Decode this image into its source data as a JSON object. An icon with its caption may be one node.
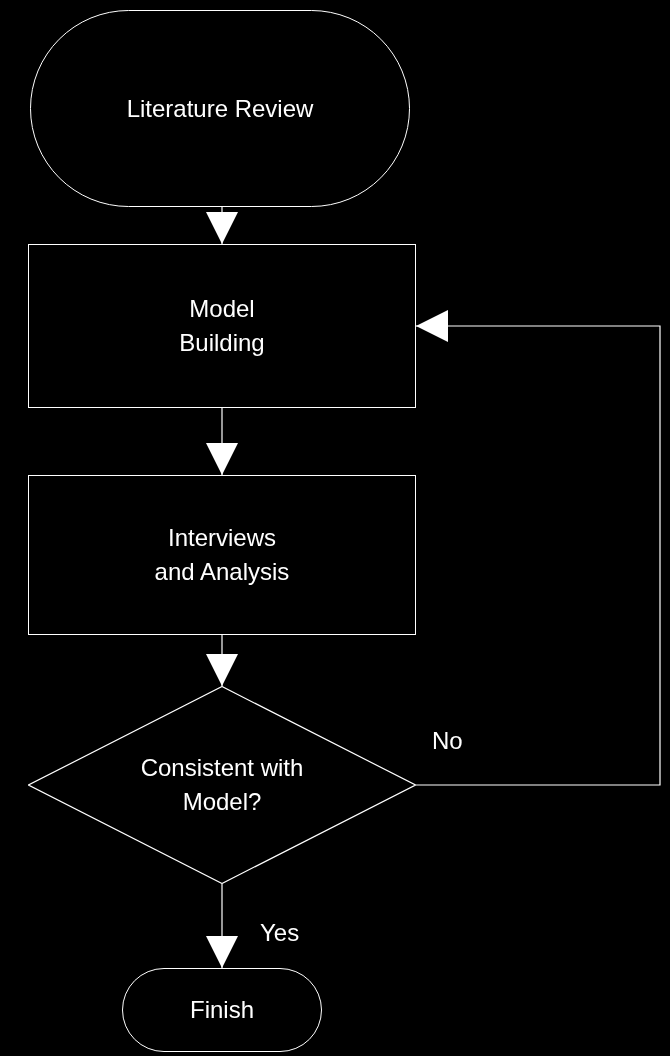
{
  "diagram": {
    "nodes": [
      {
        "text": [
          "Literature Review"
        ]
      },
      {
        "text": [
          "Model Building"
        ]
      },
      {
        "text": [
          "Interviews and Analysis"
        ]
      },
      {
        "text": [
          "Consistent with Model?"
        ]
      },
      {
        "text": [
          "Finish"
        ]
      }
    ],
    "edges": [
      {
        "from": 0,
        "to": 1,
        "arrow": "to"
      },
      {
        "from": 1,
        "to": 2,
        "arrow": "to"
      },
      {
        "from": 2,
        "to": 3,
        "arrow": "to"
      },
      {
        "from": 3,
        "to": 4,
        "arrow": "to",
        "label": "Yes"
      },
      {
        "from": 3,
        "to": 1,
        "arrow": "to",
        "label": "No"
      }
    ]
  }
}
